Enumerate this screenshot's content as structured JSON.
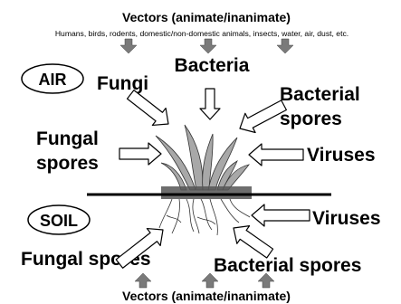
{
  "top_vectors": {
    "title": "Vectors (animate/inanimate)",
    "subtitle": "Humans, birds, rodents, domestic/non-domestic animals, insects, water, air, dust, etc."
  },
  "bottom_vectors": {
    "title": "Vectors (animate/inanimate)"
  },
  "zones": {
    "air": "AIR",
    "soil": "SOIL"
  },
  "labels": {
    "fungi": "Fungi",
    "bacteria": "Bacteria",
    "bacterial_spores_air_line1": "Bacterial",
    "bacterial_spores_air_line2": "spores",
    "fungal_spores_air_line1": "Fungal",
    "fungal_spores_air_line2": "spores",
    "viruses_air": "Viruses",
    "viruses_soil": "Viruses",
    "fungal_spores_soil": "Fungal spores",
    "bacterial_spores_soil": "Bacterial spores"
  },
  "colors": {
    "text": "#000000",
    "arrow_outline": "#000000",
    "arrow_fill": "#ffffff",
    "vector_arrow": "#7a7a7a",
    "plant": "#a8a8a8",
    "ground_line": "#000000",
    "soil_band": "#555555"
  }
}
